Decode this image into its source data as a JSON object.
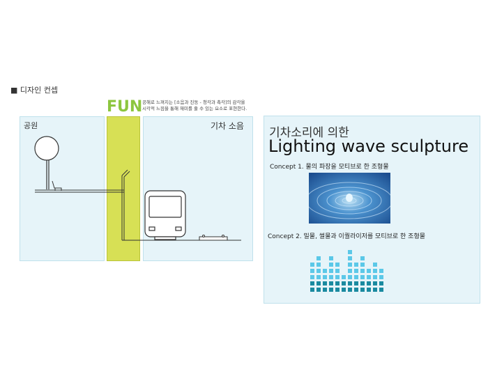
{
  "header": {
    "section_title": "■ 디자인 컨셉"
  },
  "fun": {
    "word": "FUN",
    "description_line1": "공해로 느껴지는 [소음과 진동 - 청각과 촉각]의 감각을",
    "description_line2": "시각적 느낌을 통해 재미를 줄 수 있는 요소로 표현한다."
  },
  "left_diagram": {
    "park_label": "공원",
    "train_label": "기차 소음"
  },
  "right_panel": {
    "subtitle": "기차소리에 의한",
    "title": "Lighting wave sculpture",
    "concept1": "Concept 1. 물의 파장을 모티브로 한 조형물",
    "concept2": "Concept 2. 밀물, 썰물과 이퀄라이저를 모티브로 한 조형물"
  },
  "colors": {
    "panel_bg": "#e6f4f9",
    "fun_green": "#8cc63f",
    "highlight_green": "#d7e055",
    "eq_light": "#5bc8e8",
    "eq_dark": "#1a8aa0",
    "water_blue": "#2f6fb5"
  },
  "icons": {
    "park": "lamp-post-and-bench-icon",
    "train": "train-front-icon",
    "water": "water-ripple-image",
    "equalizer": "equalizer-bars-image"
  }
}
